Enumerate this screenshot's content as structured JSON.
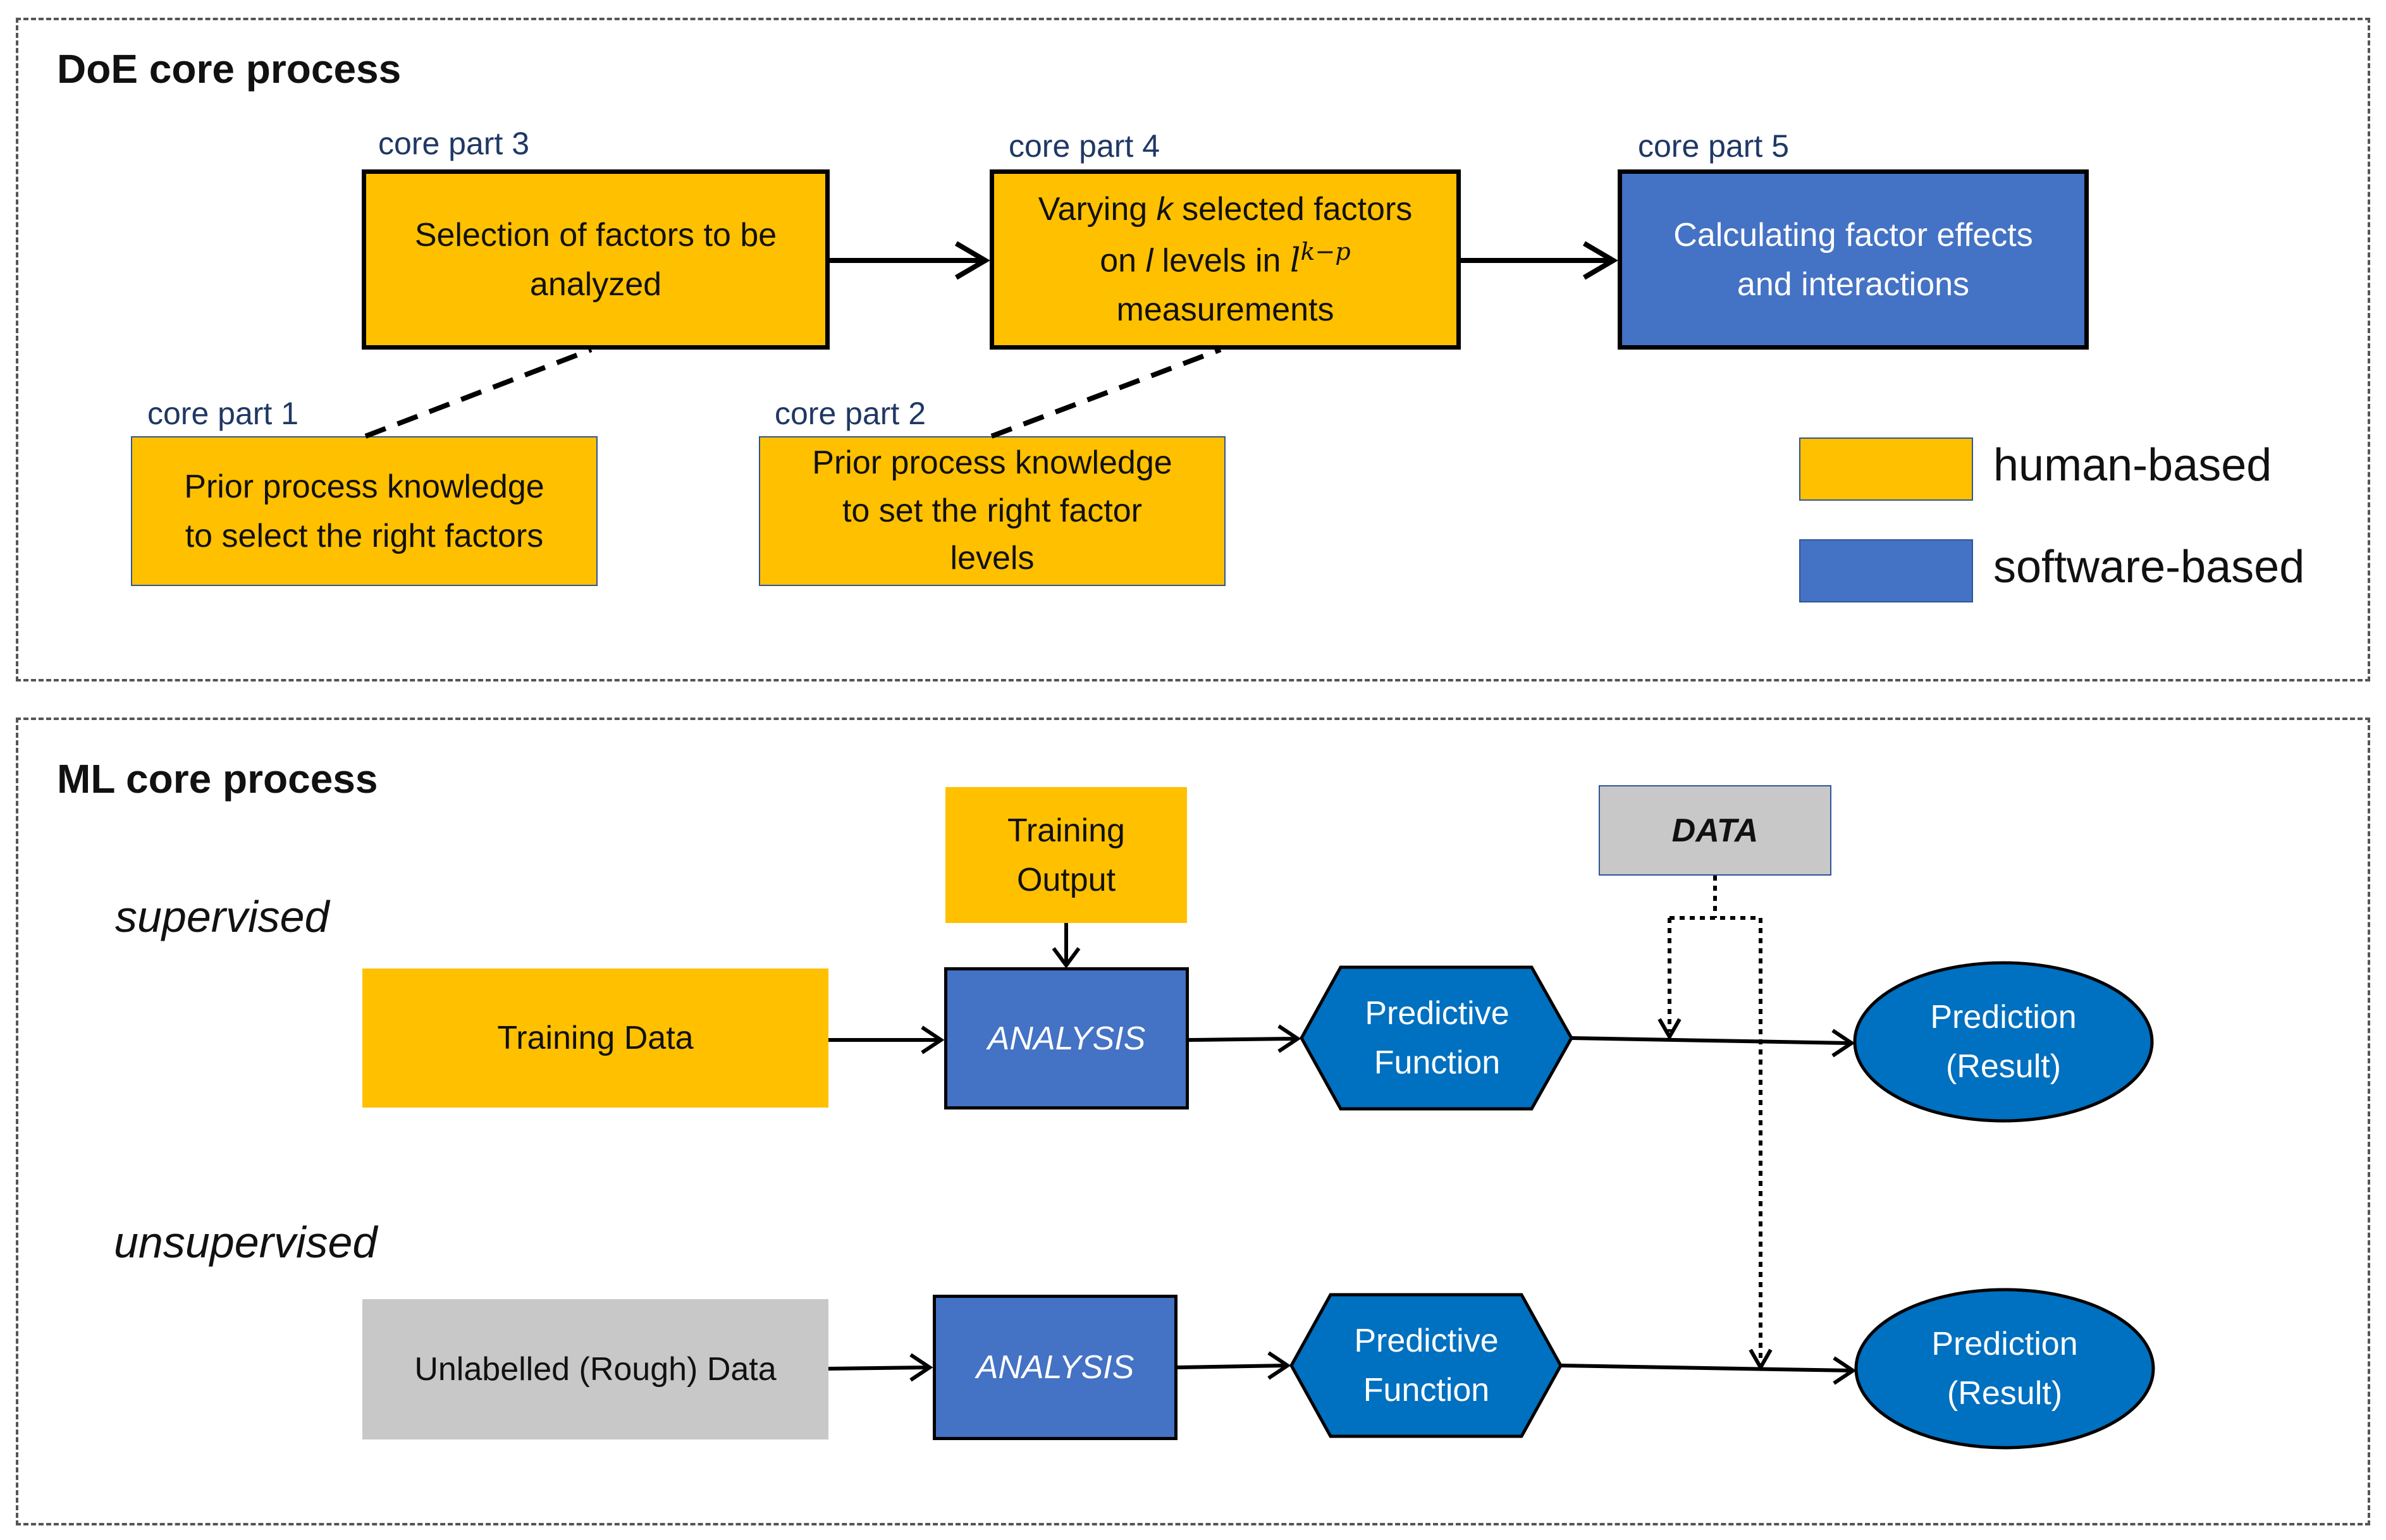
{
  "doe": {
    "title": "DoE core process",
    "core_labels": [
      "core part 1",
      "core part 2",
      "core part 3",
      "core part 4",
      "core part 5"
    ],
    "box_cp3": {
      "line1": "Selection of factors to be",
      "line2": "analyzed"
    },
    "box_cp4": {
      "line1_pre": "Varying ",
      "line1_k": "k",
      "line1_post": " selected factors",
      "line2_pre": "on ",
      "line2_l": "l",
      "line2_mid": " levels in ",
      "line2_pow_base": "l",
      "line2_pow_exp": "k−p",
      "line3": "measurements"
    },
    "box_cp5": {
      "line1": "Calculating factor effects",
      "line2": "and interactions"
    },
    "box_cp1": {
      "line1": "Prior process knowledge",
      "line2": "to select the right factors"
    },
    "box_cp2": {
      "line1": "Prior process knowledge",
      "line2": "to set the right factor",
      "line3": "levels"
    },
    "legend": {
      "human": "human-based",
      "software": "software-based"
    }
  },
  "ml": {
    "title": "ML core process",
    "supervised": "supervised",
    "unsupervised": "unsupervised",
    "training_output": {
      "line1": "Training",
      "line2": "Output"
    },
    "data": "DATA",
    "training_data": "Training Data",
    "unlabelled_data": "Unlabelled (Rough) Data",
    "analysis": "ANALYSIS",
    "predictive": {
      "line1": "Predictive",
      "line2": "Function"
    },
    "prediction": {
      "line1": "Prediction",
      "line2": "(Result)"
    }
  },
  "colors": {
    "human": "#FFC000",
    "software": "#4472C4",
    "software_dark": "#0070C0",
    "grey": "#C8C8C8"
  }
}
